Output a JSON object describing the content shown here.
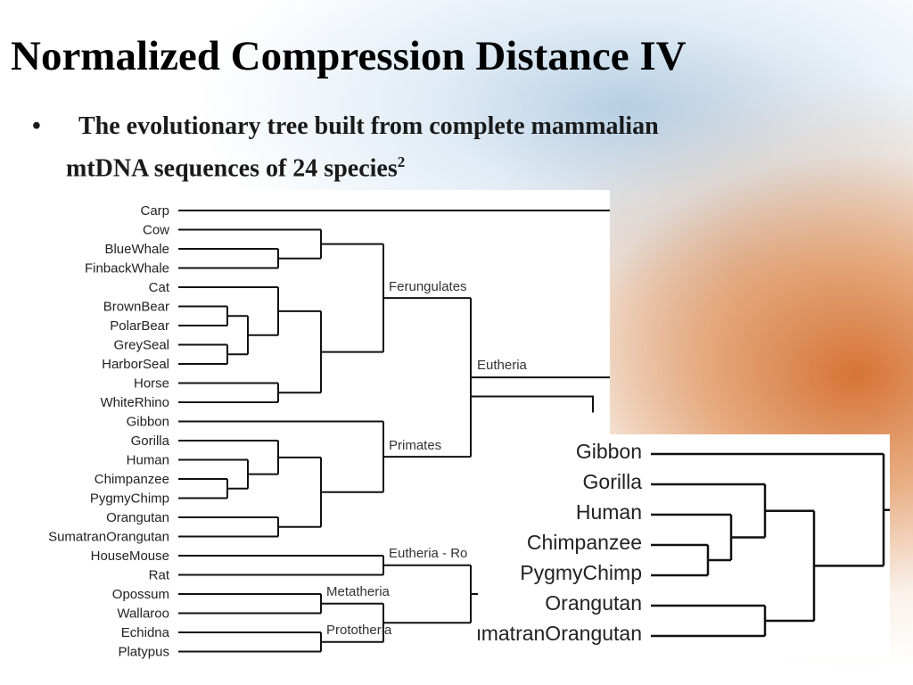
{
  "slide": {
    "title": "Normalized Compression Distance IV",
    "bullet_symbol": "•",
    "bullet_line1": "The evolutionary tree built from complete mammalian",
    "bullet_line2": "mtDNA sequences of 24 species",
    "bullet_superscript": "2"
  },
  "main_tree": {
    "leaves": [
      "Carp",
      "Cow",
      "BlueWhale",
      "FinbackWhale",
      "Cat",
      "BrownBear",
      "PolarBear",
      "GreySeal",
      "HarborSeal",
      "Horse",
      "WhiteRhino",
      "Gibbon",
      "Gorilla",
      "Human",
      "Chimpanzee",
      "PygmyChimp",
      "Orangutan",
      "SumatranOrangutan",
      "HouseMouse",
      "Rat",
      "Opossum",
      "Wallaroo",
      "Echidna",
      "Platypus"
    ],
    "clade_labels": {
      "ferungulates": "Ferungulates",
      "eutheria": "Eutheria",
      "primates": "Primates",
      "eutheria_rodents": "Eutheria - Ro",
      "metatheria": "Metatheria",
      "prototheria": "Prototheria"
    }
  },
  "zoom_tree": {
    "leaves": [
      "Gibbon",
      "Gorilla",
      "Human",
      "Chimpanzee",
      "PygmyChimp",
      "Orangutan",
      "SumatranOrangutan"
    ]
  }
}
